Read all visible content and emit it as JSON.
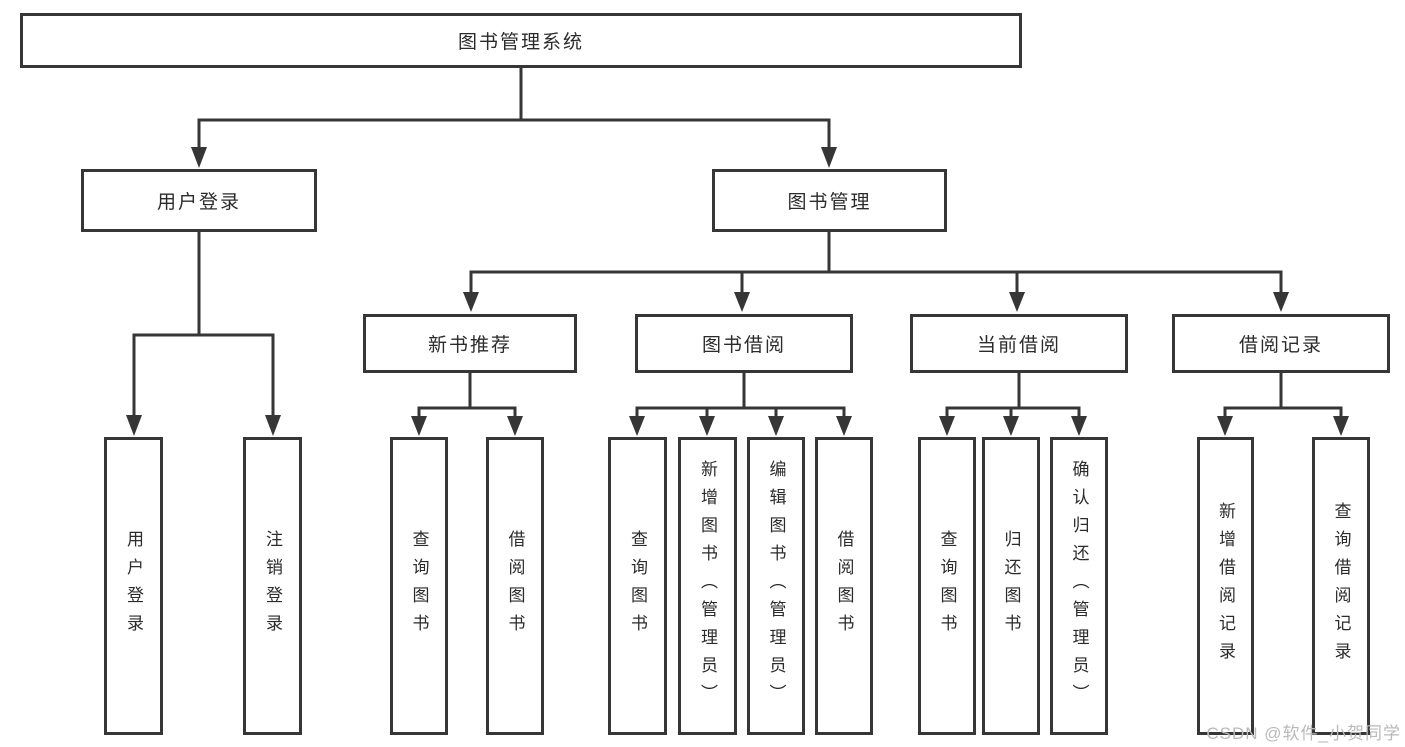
{
  "diagram_title": "图书管理系统",
  "tree": {
    "root": {
      "label": "图书管理系统",
      "children": [
        {
          "label": "用户登录",
          "children": [
            {
              "label": "用户登录"
            },
            {
              "label": "注销登录"
            }
          ]
        },
        {
          "label": "图书管理",
          "children": [
            {
              "label": "新书推荐",
              "children": [
                {
                  "label": "查询图书"
                },
                {
                  "label": "借阅图书"
                }
              ]
            },
            {
              "label": "图书借阅",
              "children": [
                {
                  "label": "查询图书"
                },
                {
                  "label": "新增图书（管理员）"
                },
                {
                  "label": "编辑图书（管理员）"
                },
                {
                  "label": "借阅图书"
                }
              ]
            },
            {
              "label": "当前借阅",
              "children": [
                {
                  "label": "查询图书"
                },
                {
                  "label": "归还图书"
                },
                {
                  "label": "确认归还（管理员）"
                }
              ]
            },
            {
              "label": "借阅记录",
              "children": [
                {
                  "label": "新增借阅记录"
                },
                {
                  "label": "查询借阅记录"
                }
              ]
            }
          ]
        }
      ]
    }
  },
  "watermark": "CSDN @软件_小贺同学",
  "colors": {
    "line": "#363636",
    "text": "#2b2b2b",
    "box_background": "#ffffff",
    "watermark": "#b9b9bb",
    "page_background": "#ffffff"
  }
}
